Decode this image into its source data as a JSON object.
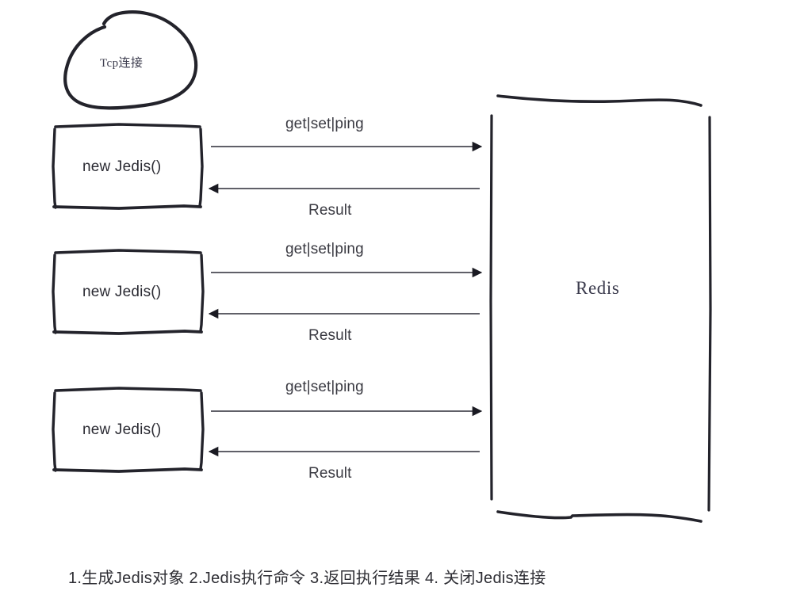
{
  "diagram": {
    "title_note": "Tcp连接",
    "server": {
      "name": "Redis"
    },
    "clients": [
      {
        "label": "new Jedis()"
      },
      {
        "label": "new Jedis()"
      },
      {
        "label": "new Jedis()"
      }
    ],
    "flows": [
      {
        "request": "get|set|ping",
        "response": "Result"
      },
      {
        "request": "get|set|ping",
        "response": "Result"
      },
      {
        "request": "get|set|ping",
        "response": "Result"
      }
    ],
    "caption": "1.生成Jedis对象 2.Jedis执行命令 3.返回执行结果 4. 关闭Jedis连接",
    "colors": {
      "stroke": "#23232b",
      "line": "#4a4a52",
      "text": "#2e2e34",
      "serif_text": "#3b3b4d",
      "background": "#ffffff"
    }
  }
}
